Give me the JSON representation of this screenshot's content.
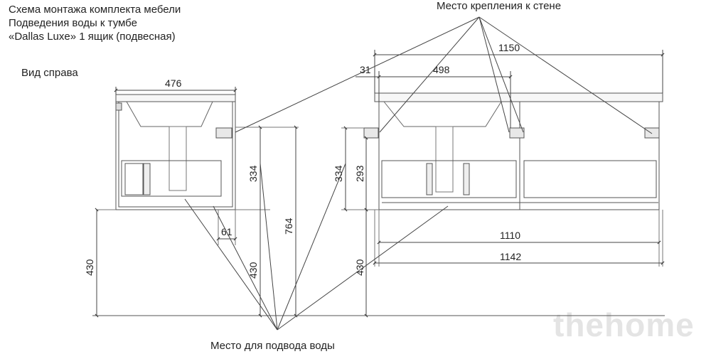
{
  "title_lines": [
    "Схема монтажа комплекта мебели",
    "Подведения воды к тумбе",
    "«Dallas Luxe» 1 ящик (подвесная)"
  ],
  "side_view_label": "Вид справа",
  "wall_mount_label": "Место крепления к стене",
  "water_supply_label": "Место для подвода воды",
  "watermark": "thehome",
  "dimensions": {
    "side_width": "476",
    "side_334": "334",
    "side_764": "764",
    "side_430_inner": "430",
    "side_61": "61",
    "side_floor_430": "430",
    "front_1150": "1150",
    "front_498": "498",
    "front_31": "31",
    "front_334": "334",
    "front_293": "293",
    "front_1110": "1110",
    "front_1142": "1142",
    "front_floor_430": "430"
  }
}
